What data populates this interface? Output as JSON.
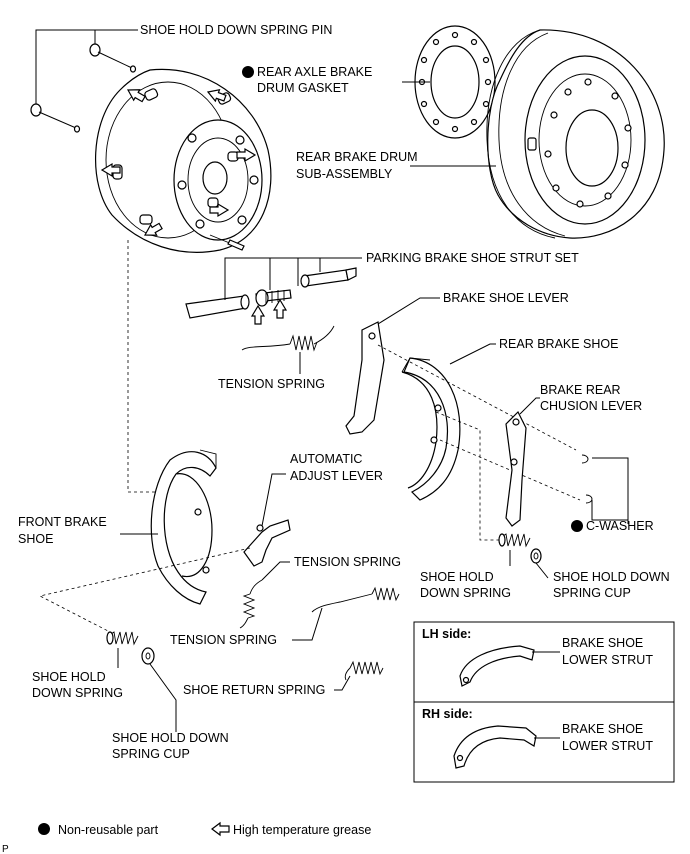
{
  "labels": {
    "shoe_hold_down_spring_pin": "SHOE HOLD DOWN SPRING PIN",
    "rear_axle_brake_drum_gasket_1": "REAR AXLE BRAKE",
    "rear_axle_brake_drum_gasket_2": "DRUM GASKET",
    "rear_brake_drum_1": "REAR BRAKE DRUM",
    "rear_brake_drum_2": "SUB-ASSEMBLY",
    "parking_brake_shoe_strut_set": "PARKING BRAKE SHOE STRUT SET",
    "brake_shoe_lever": "BRAKE SHOE LEVER",
    "rear_brake_shoe": "REAR BRAKE SHOE",
    "tension_spring_top": "TENSION SPRING",
    "brake_rear_chusion_lever_1": "BRAKE REAR",
    "brake_rear_chusion_lever_2": "CHUSION LEVER",
    "automatic_adjust_lever_1": "AUTOMATIC",
    "automatic_adjust_lever_2": "ADJUST LEVER",
    "front_brake_shoe_1": "FRONT BRAKE",
    "front_brake_shoe_2": "SHOE",
    "c_washer": "C-WASHER",
    "tension_spring_mid": "TENSION SPRING",
    "shoe_hold_down_spring_right_1": "SHOE HOLD",
    "shoe_hold_down_spring_right_2": "DOWN SPRING",
    "shoe_hold_down_spring_cup_right_1": "SHOE HOLD DOWN",
    "shoe_hold_down_spring_cup_right_2": "SPRING CUP",
    "tension_spring_lower": "TENSION SPRING",
    "shoe_hold_down_spring_left_1": "SHOE HOLD",
    "shoe_hold_down_spring_left_2": "DOWN SPRING",
    "shoe_return_spring": "SHOE RETURN SPRING",
    "shoe_hold_down_spring_cup_left_1": "SHOE HOLD DOWN",
    "shoe_hold_down_spring_cup_left_2": "SPRING CUP"
  },
  "inset": {
    "lh_title": "LH side:",
    "lh_label_1": "BRAKE SHOE",
    "lh_label_2": "LOWER STRUT",
    "rh_title": "RH side:",
    "rh_label_1": "BRAKE SHOE",
    "rh_label_2": "LOWER STRUT"
  },
  "legend": {
    "non_reusable": "Non-reusable part",
    "grease": "High temperature grease"
  },
  "corner_code": "P"
}
